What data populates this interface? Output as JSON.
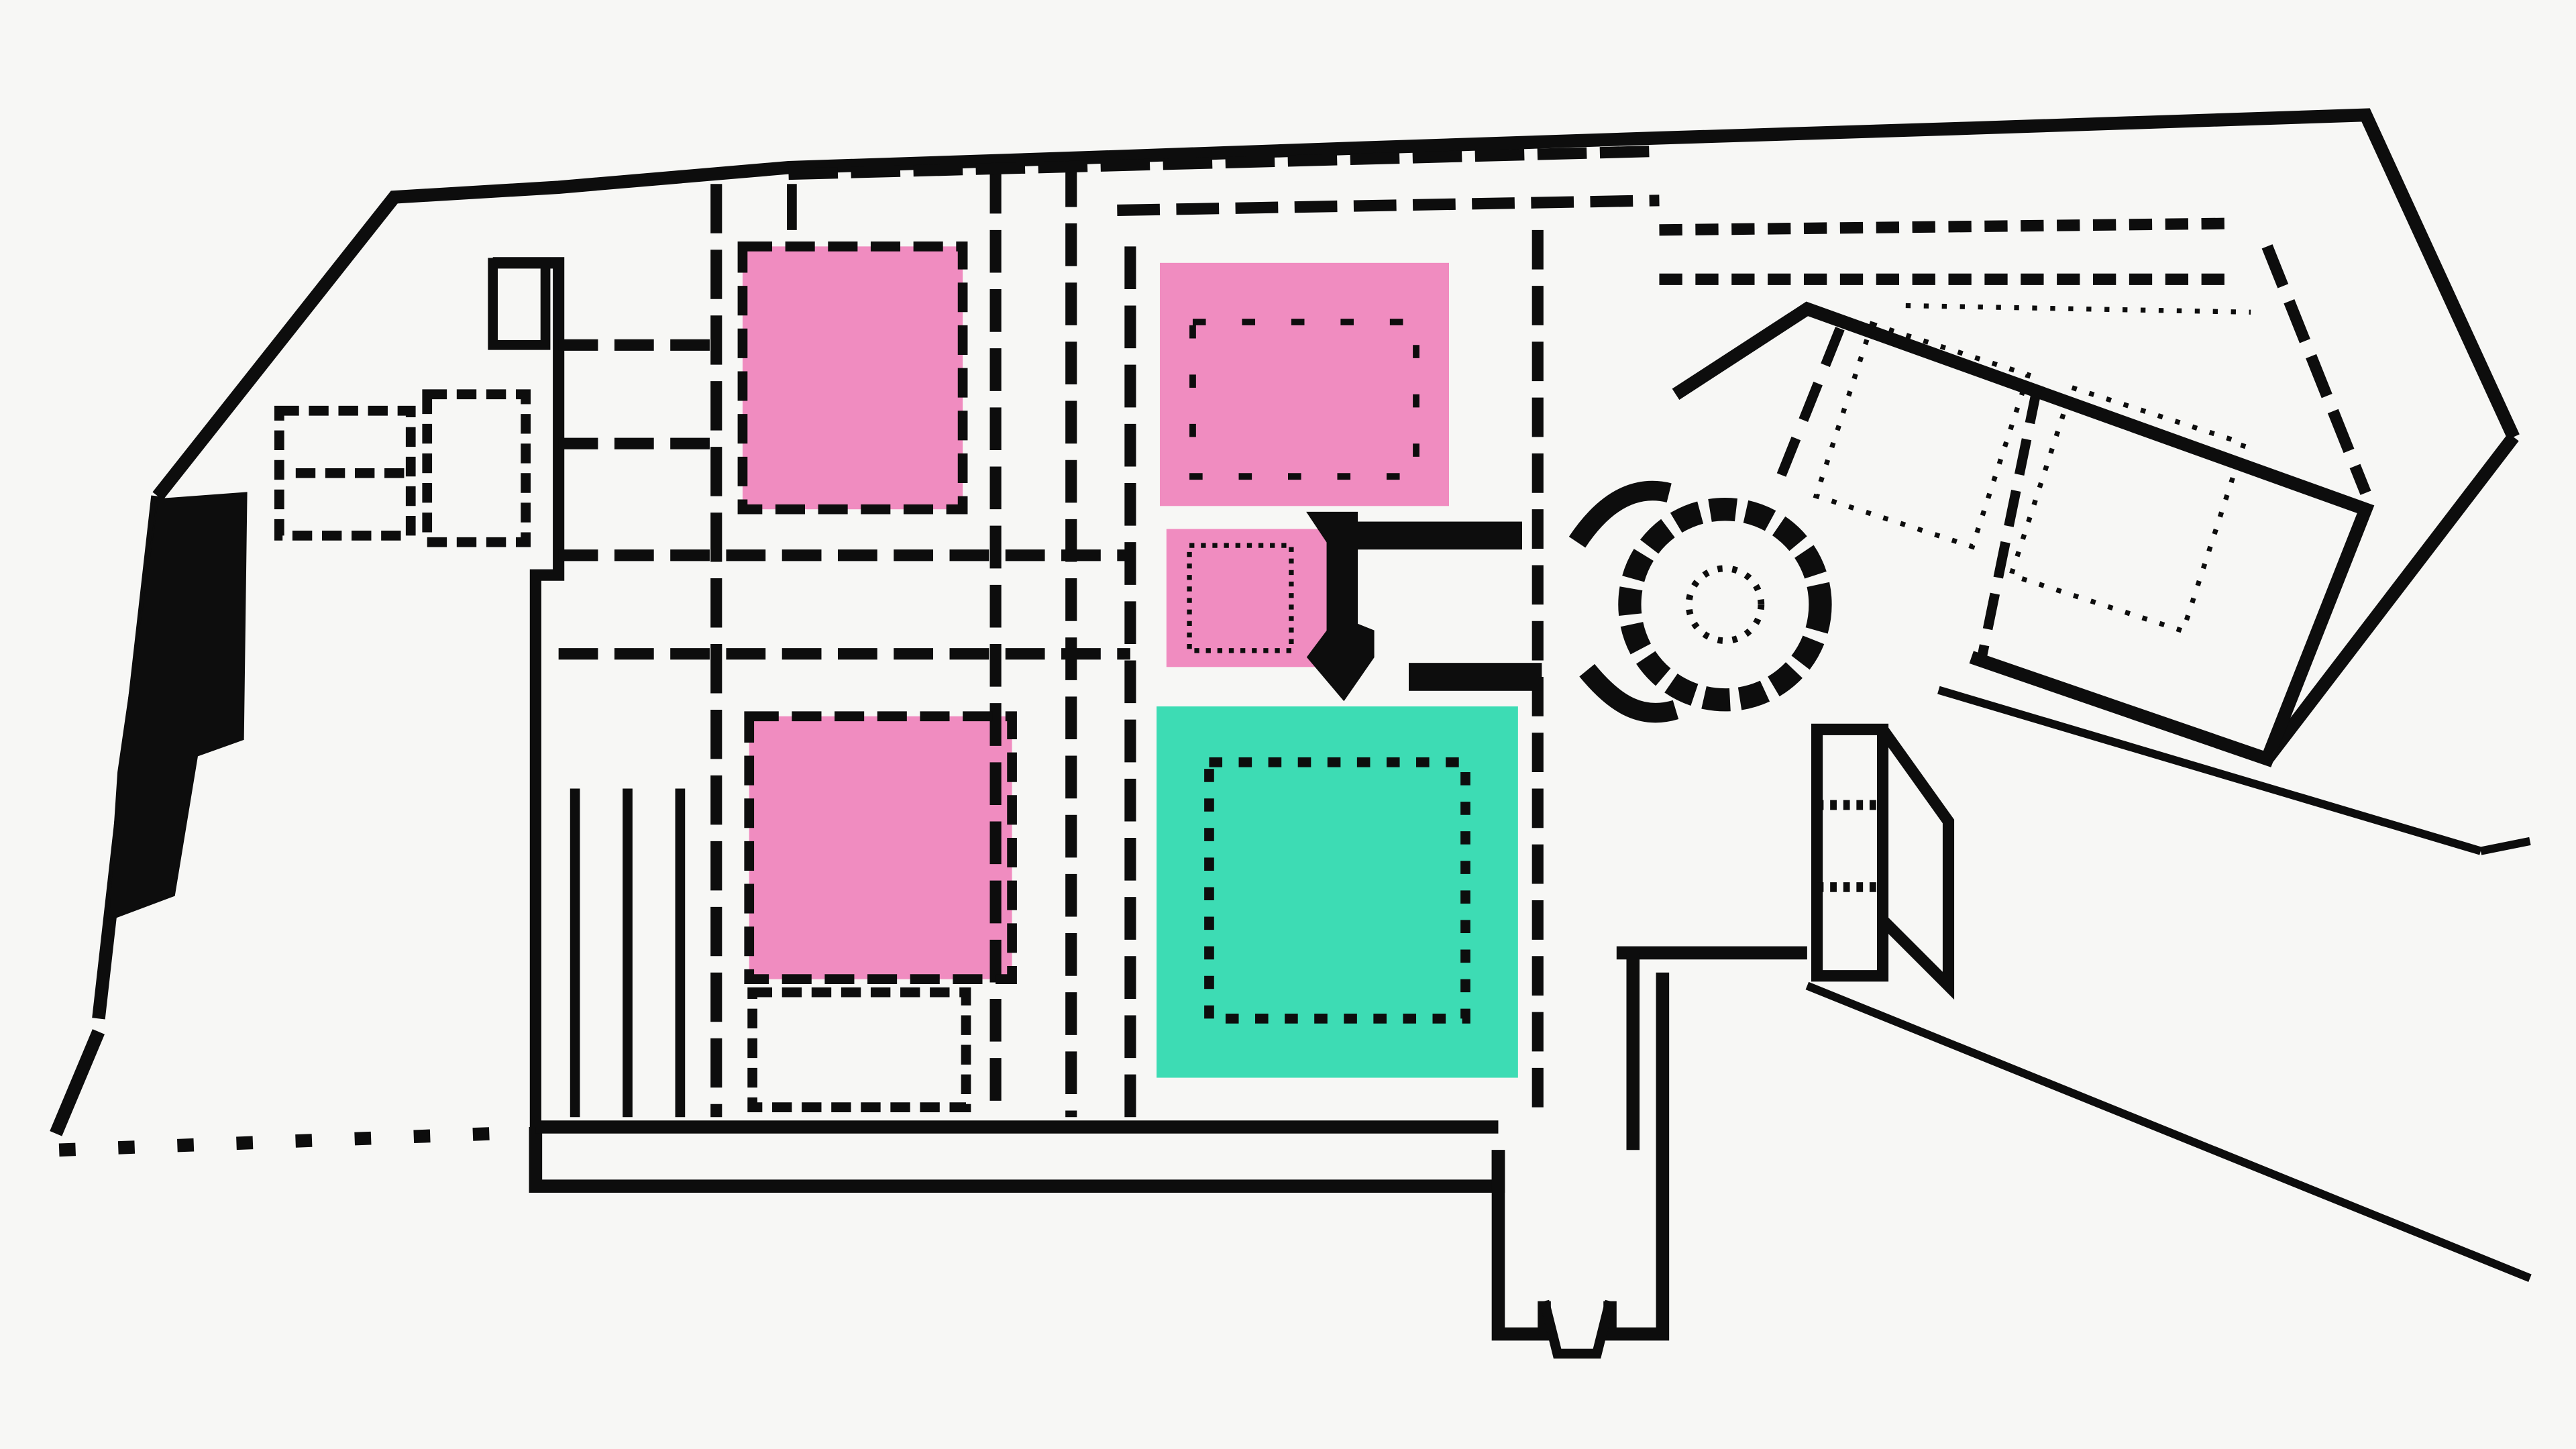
{
  "colors": {
    "background": "#f7f7f5",
    "wall": "#0d0d0d",
    "courtyard_pink": "#f08cc0",
    "courtyard_green": "#3ddcb4"
  },
  "highlighted_courtyards": [
    {
      "id": "courtyard-north-west",
      "color": "pink"
    },
    {
      "id": "courtyard-north-central",
      "color": "pink"
    },
    {
      "id": "courtyard-small-central",
      "color": "pink"
    },
    {
      "id": "courtyard-south-west",
      "color": "pink"
    },
    {
      "id": "courtyard-main-cloister",
      "color": "green"
    }
  ]
}
